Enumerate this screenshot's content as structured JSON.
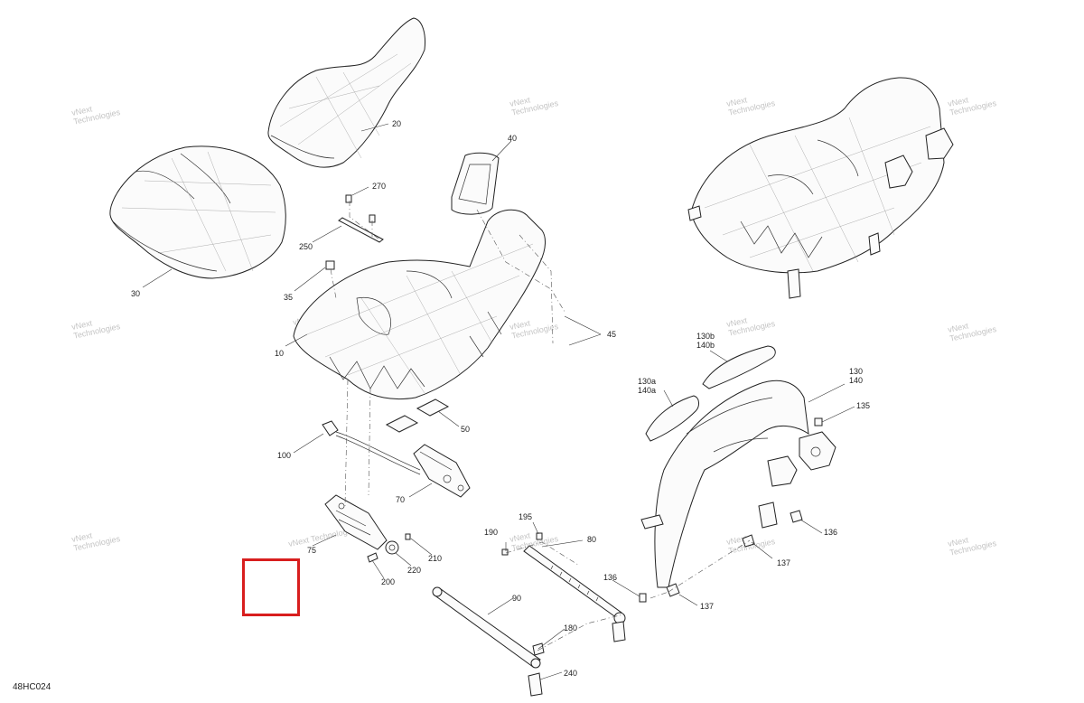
{
  "drawing_code": "48HC024",
  "watermark": {
    "line1": "vNext",
    "line2": "Technologies",
    "full": "vNext Technologies"
  },
  "highlight_color": "#d81e1e",
  "callouts": [
    "10",
    "20",
    "30",
    "35",
    "40",
    "45",
    "50",
    "70",
    "75",
    "80",
    "90",
    "100",
    "130",
    "140",
    "130a",
    "140a",
    "130b",
    "140b",
    "135",
    "136",
    "137",
    "180",
    "190",
    "195",
    "200",
    "210",
    "220",
    "240",
    "250",
    "270"
  ]
}
